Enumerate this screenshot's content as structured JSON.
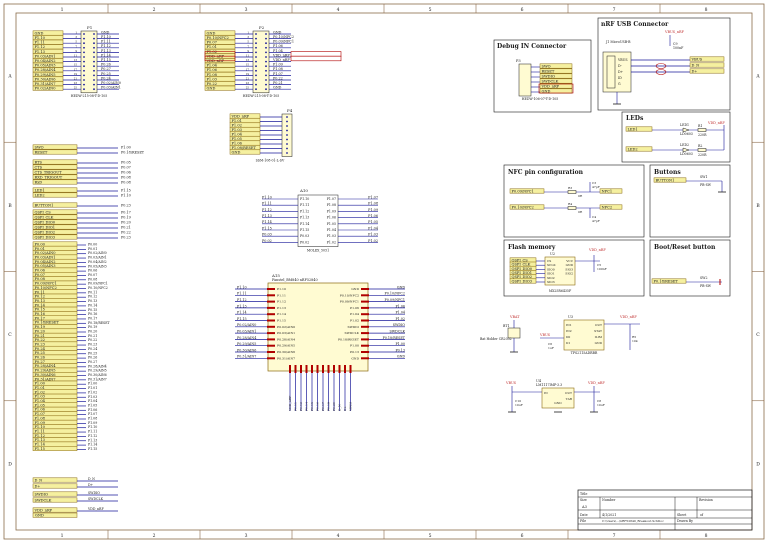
{
  "colors": {
    "frame": "#8b6b4a",
    "wire": "#1a1a9a",
    "net_fill": "#f5f0a0",
    "net_stroke": "#8b6a10",
    "comp_fill": "#fffbd2",
    "pin_red": "#b00000",
    "text_dark": "#1a1a1a",
    "power": "#c03030"
  },
  "frame": {
    "columns": [
      "1",
      "2",
      "3",
      "4",
      "5",
      "6",
      "7",
      "8"
    ],
    "rows": [
      "A",
      "B",
      "C",
      "D"
    ]
  },
  "connectors": {
    "p1": {
      "ref": "P1",
      "part": "HEDW-215-08-T-D-105",
      "left_nets": [
        "GND",
        "P1.10",
        "P1.11",
        "P1.12",
        "P1.13",
        "P0.03/AIN1",
        "P0.04/AIN2",
        "P0.05/AIN3",
        "P0.28/AIN4",
        "P0.29/AIN5",
        "P0.30/AIN6",
        "P0.31/AIN7",
        "P0.02/AIN0"
      ],
      "right_nets": [
        "GND",
        "P1.10",
        "P1.11",
        "P1.12",
        "P1.13",
        "P1.14",
        "P1.15",
        "P0.26",
        "P0.27",
        "P0.25",
        "P0.24",
        "P0.02/AIN0",
        "P0.03/AIN1"
      ]
    },
    "p2": {
      "ref": "P2",
      "part": "HEDW-215-08-T-D-105",
      "left_nets": [
        "GND",
        "P0.10/NFC2",
        "P0.07",
        "P1.01",
        "P1.02",
        "VDD_nRF",
        "VDD_nRF",
        "P1.04",
        "P1.06",
        "P1.08",
        "P1.03",
        "P0.22",
        "GND"
      ],
      "right_nets": [
        "GND",
        "P0.10/NFC2",
        "P0.09/NFC1",
        "P1.06",
        "P1.04",
        "VDD_nRF",
        "VDD_nRF",
        "P1.09",
        "P1.08",
        "P1.07",
        "P0.22",
        "P0.21",
        "GND"
      ]
    },
    "p4": {
      "ref": "P4",
      "part": "SSM-108-01-L-SV",
      "nets": [
        "VDD_nRF",
        "P1.01",
        "P1.02",
        "P1.03",
        "P1.04",
        "P1.05",
        "P1.06",
        "P1.08/RESET",
        "GND"
      ]
    }
  },
  "left_nets": {
    "group1": [
      [
        "SWO",
        "P1.00"
      ],
      [
        "RESET",
        "P0.18/RESET"
      ]
    ],
    "group2": [
      [
        "RTS",
        "P0.05"
      ],
      [
        "CTS",
        "P0.07"
      ],
      [
        "CTS_TRIGOUT",
        "P0.06"
      ],
      [
        "RXD_TRIGOUT",
        "P0.08"
      ],
      [
        "RxD",
        "P0.08"
      ]
    ],
    "group3": [
      [
        "LED1",
        "P1.15"
      ],
      [
        "LED2",
        "P1.10"
      ]
    ],
    "group4": [
      [
        "BUTTON1",
        "P0.23"
      ]
    ],
    "group5": [
      [
        "QSPI_CS",
        "P0.17"
      ],
      [
        "QSPI_CLK",
        "P0.19"
      ],
      [
        "QSPI_DIO0",
        "P0.20"
      ],
      [
        "QSPI_DIO1",
        "P0.21"
      ],
      [
        "QSPI_DIO2",
        "P0.22"
      ],
      [
        "QSPI_DIO3",
        "P0.23"
      ]
    ],
    "column": [
      "P0.00",
      "P0.01",
      "P0.02/AIN0",
      "P0.03/AIN1",
      "P0.04/AIN2",
      "P0.05/AIN3",
      "P0.06",
      "P0.07",
      "P0.08",
      "P0.09/NFC1",
      "P0.10/NFC2",
      "P0.11",
      "P0.12",
      "P0.13",
      "P0.14",
      "P0.15",
      "P0.16",
      "P0.17",
      "P0.18/RESET",
      "P0.19",
      "P0.20",
      "P0.21",
      "P0.22",
      "P0.23",
      "P0.24",
      "P0.25",
      "P0.26",
      "P0.27",
      "P0.28/AIN4",
      "P0.29/AIN5",
      "P0.30/AIN6",
      "P0.31/AIN7",
      "P1.00",
      "P1.01",
      "P1.02",
      "P1.03",
      "P1.04",
      "P1.05",
      "P1.06",
      "P1.07",
      "P1.08",
      "P1.09",
      "P1.10",
      "P1.11",
      "P1.12",
      "P1.13",
      "P1.14",
      "P1.15"
    ],
    "bottom": [
      [
        "D_N",
        "D_N"
      ],
      [
        "D+",
        "D+"
      ],
      [
        "SWDIO",
        "SWDIO"
      ],
      [
        "SWDCLK",
        "SWDCLK"
      ],
      [
        "VDD_nRF",
        "VDD_nRF"
      ]
    ]
  },
  "a10": {
    "ref": "A10",
    "part": "MOLEX_5051",
    "left": [
      "P1.10",
      "P1.11",
      "P1.12",
      "P1.13",
      "P1.14",
      "P1.15",
      "P0.03",
      "P0.02"
    ],
    "right": [
      "P1.07",
      "P1.08",
      "P1.09",
      "P1.06",
      "P1.05",
      "P1.04",
      "P1.03",
      "P1.02"
    ]
  },
  "mcu": {
    "ref": "A15",
    "part": "Fanstel_BM840 nRF52840",
    "left": [
      "P1.10",
      "P1.11",
      "P1.12",
      "P1.13",
      "P1.14",
      "P1.15",
      "P0.02/AIN0",
      "P0.03/AIN1",
      "P0.28/AIN4",
      "P0.29/AIN5",
      "P0.30/AIN6",
      "P0.31/AIN7"
    ],
    "right": [
      "GND",
      "P0.10/NFC2",
      "P0.09/NFC1",
      "P1.06",
      "P1.04",
      "P1.02",
      "SWDIO",
      "SWDCLK",
      "P0.18/RESET",
      "P1.00",
      "P0.13",
      "GND"
    ],
    "bottom": [
      "VDD_nRF",
      "P0.11",
      "P0.12",
      "P0.14",
      "P0.15",
      "P0.16",
      "P0.17",
      "P0.19",
      "P0.20",
      "D_N",
      "D+",
      "VBUS"
    ]
  },
  "debug": {
    "title": "Debug IN Connector",
    "ref": "P3",
    "part": "HEDW-106-07-T-D-105",
    "nets": [
      "SWO",
      "RESET",
      "SWDIO",
      "SWDCLK",
      "VDD_nRF",
      "GND"
    ]
  },
  "usb": {
    "title": "nRF USB Connector",
    "ref": "J1",
    "part": "MicroUSB-B",
    "nets": [
      "VBUS",
      "D_N",
      "D+"
    ],
    "labels": [
      "VBUS",
      "D-",
      "D+",
      "ID",
      "G"
    ],
    "cap_ref": "C9",
    "cap_val": "100nF",
    "vdd": "VBUS_nRF"
  },
  "leds": {
    "title": "LEDs",
    "rows": [
      {
        "net": "LED1",
        "led": "LED1",
        "part": "LD0603",
        "res": "R1",
        "val": "220R"
      },
      {
        "net": "LED2",
        "led": "LED2",
        "part": "LD0603",
        "res": "R2",
        "val": "220R"
      }
    ],
    "vdd": "VDD_nRF"
  },
  "nfc": {
    "title": "NFC pin configuration",
    "nets_left": [
      "P0.09/NFC1",
      "P0.10/NFC2"
    ],
    "nets_right": [
      "NFC1",
      "NFC2"
    ],
    "parts": [
      "R3",
      "R4",
      "C3",
      "C4"
    ],
    "values": [
      "0R",
      "0R",
      "47pF",
      "47pF"
    ]
  },
  "buttons": {
    "title": "Buttons",
    "net": "BUTTON1",
    "sw": "SW1",
    "part": "PB-SW"
  },
  "flash": {
    "title": "Flash memory",
    "ref": "U2",
    "part": "MX25R6435F",
    "nets": [
      "QSPI_CS",
      "QSPI_CLK",
      "QSPI_DIO0",
      "QSPI_DIO1",
      "QSPI_DIO2",
      "QSPI_DIO3"
    ],
    "pins_left": [
      "CS",
      "SCLK",
      "SIO0",
      "SIO1",
      "SIO2",
      "SIO3"
    ],
    "pins_right": [
      "VCC",
      "GND",
      "SIO3",
      "SIO2"
    ],
    "cap": "C5",
    "cap_val": "100nF",
    "vdd": "VDD_nRF"
  },
  "boot": {
    "title": "Boot/Reset button",
    "net": "P0.18/RESET",
    "sw": "SW2",
    "part": "PB-SW"
  },
  "power": {
    "battery": "Bat Holder CR2032",
    "bt_ref": "BT1",
    "vbus": "VBUS",
    "vbat": "VBAT",
    "u3": "U3",
    "u3_part": "TPS2115ADRBR",
    "u3_pins": [
      "IN1",
      "IN2",
      "D0",
      "D1",
      "OUT",
      "STAT",
      "ILIM",
      "GND"
    ],
    "u4": "U4",
    "u4_part": "LM1117IMP-3.3",
    "u4_pins": [
      "IN",
      "OUT",
      "GND",
      "TAB"
    ],
    "vdd": "VDD_nRF",
    "caps": [
      "C6",
      "C7",
      "C8",
      "C10"
    ],
    "cap_vals": [
      "1uF",
      "1uF",
      "10uF",
      "10uF"
    ],
    "res": [
      "R5",
      "R6"
    ],
    "res_vals": [
      "10k",
      "1k"
    ]
  },
  "title_block": {
    "title_label": "Title",
    "size_label": "Size",
    "size": "A3",
    "number_label": "Number",
    "revision_label": "Revision",
    "date_label": "Date",
    "date": "4/1/2021",
    "sheet_label": "Sheet",
    "sheet": "of",
    "file_label": "File",
    "file": "C:\\Users\\...\\nRF52840_Breakout.SchDoc",
    "drawn_label": "Drawn By"
  }
}
